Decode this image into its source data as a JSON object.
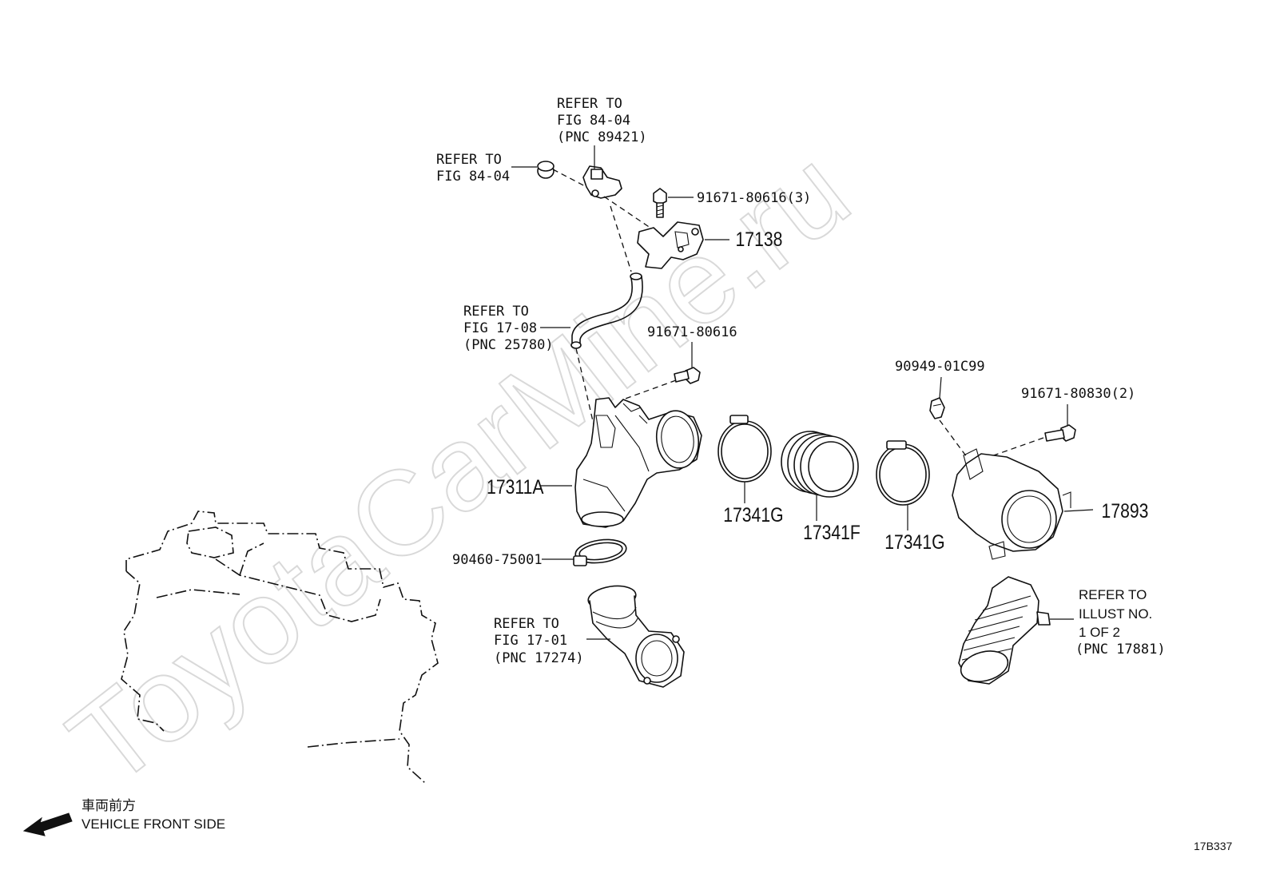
{
  "watermark": "ToyotaCarMine.ru",
  "illustration_code": "17B337",
  "orientation": {
    "japanese": "車両前方",
    "english": "VEHICLE FRONT SIDE"
  },
  "callouts": {
    "refer_fig_84_04_pnc": [
      "REFER TO",
      "FIG 84-04",
      "(PNC 89421)"
    ],
    "refer_fig_84_04": [
      "REFER TO",
      "FIG 84-04"
    ],
    "refer_fig_17_08": [
      "REFER TO",
      "FIG 17-08",
      "(PNC 25780)"
    ],
    "refer_fig_17_01": [
      "REFER TO",
      "FIG 17-01",
      "(PNC 17274)"
    ],
    "refer_illust": [
      "REFER TO",
      "ILLUST NO.",
      "1 OF 2",
      "(PNC 17881)"
    ]
  },
  "part_numbers": {
    "bolt_3": "91671-80616(3)",
    "bracket": "17138",
    "bolt_single": "91671-80616",
    "clip": "90949-01C99",
    "bolt_2": "91671-80830(2)",
    "air_intake_pipe": "17311A",
    "clamp_left": "17341G",
    "hose": "17341F",
    "clamp_right": "17341G",
    "resonator": "17893",
    "hose_clamp": "90460-75001"
  }
}
